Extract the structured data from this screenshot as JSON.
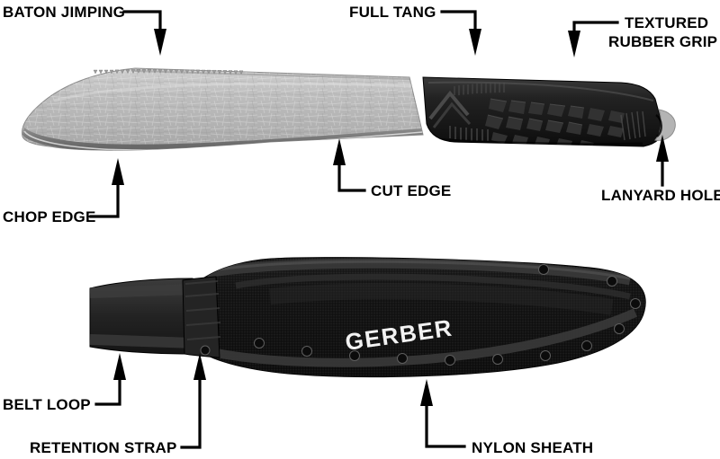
{
  "diagram": {
    "title": "Gerber Machete Knife and Sheath Annotated Diagram",
    "background_color": "#ffffff",
    "label_color": "#000000",
    "leader_color": "#000000"
  },
  "product": {
    "brand": "GERBER",
    "brand_mark_on_sheath": "GERBER",
    "blade_finish_color": "#b8b8b8",
    "blade_bevel_color": "#6e6e6e",
    "handle_color": "#1b1b1b",
    "sheath_color": "#121212",
    "logo_color": "#7a5a33"
  },
  "callouts": [
    {
      "id": "baton-jimping",
      "label": "BATON JIMPING",
      "lines": [
        "BATON JIMPING"
      ],
      "arrow": "down"
    },
    {
      "id": "full-tang",
      "label": "FULL TANG",
      "lines": [
        "FULL TANG"
      ],
      "arrow": "down"
    },
    {
      "id": "textured-grip",
      "label": "TEXTURED RUBBER GRIP",
      "lines": [
        "TEXTURED",
        "RUBBER GRIP"
      ],
      "arrow": "down"
    },
    {
      "id": "chop-edge",
      "label": "CHOP EDGE",
      "lines": [
        "CHOP EDGE"
      ],
      "arrow": "up"
    },
    {
      "id": "cut-edge",
      "label": "CUT EDGE",
      "lines": [
        "CUT EDGE"
      ],
      "arrow": "up"
    },
    {
      "id": "lanyard-hole",
      "label": "LANYARD HOLE",
      "lines": [
        "LANYARD HOLE"
      ],
      "arrow": "up"
    },
    {
      "id": "belt-loop",
      "label": "BELT LOOP",
      "lines": [
        "BELT LOOP"
      ],
      "arrow": "up"
    },
    {
      "id": "retention-strap",
      "label": "RETENTION STRAP",
      "lines": [
        "RETENTION STRAP"
      ],
      "arrow": "up"
    },
    {
      "id": "nylon-sheath",
      "label": "NYLON SHEATH",
      "lines": [
        "NYLON SHEATH"
      ],
      "arrow": "up"
    }
  ],
  "text": {
    "baton_jimping": "BATON JIMPING",
    "full_tang": "FULL TANG",
    "textured_line1": "TEXTURED",
    "textured_line2": "RUBBER GRIP",
    "chop_edge": "CHOP EDGE",
    "cut_edge": "CUT EDGE",
    "lanyard_hole": "LANYARD HOLE",
    "belt_loop": "BELT LOOP",
    "retention_strap": "RETENTION STRAP",
    "nylon_sheath": "NYLON SHEATH",
    "sheath_brand": "GERBER"
  }
}
